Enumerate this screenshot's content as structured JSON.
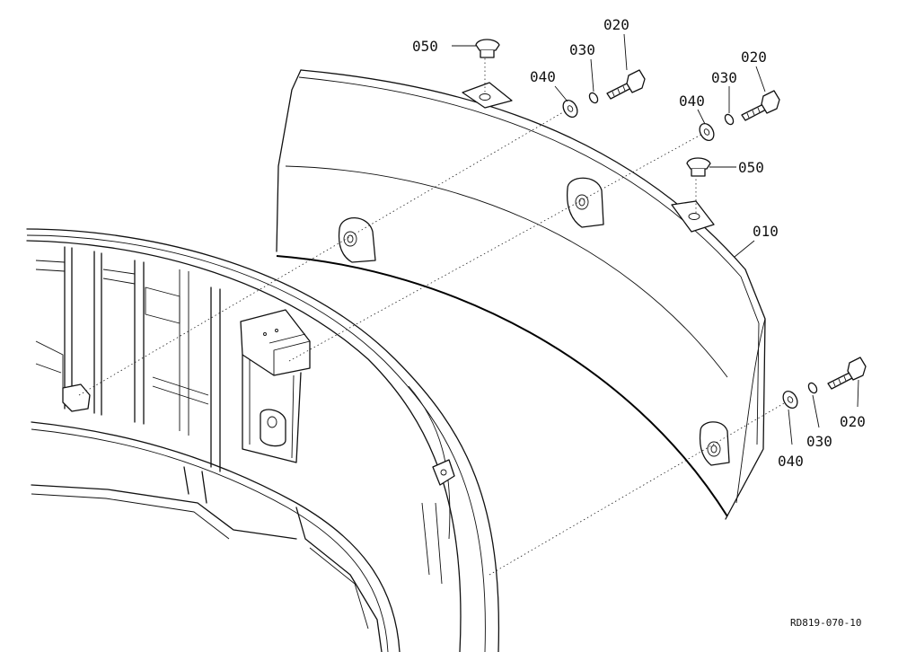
{
  "callouts": [
    {
      "id": "c050a",
      "text": "050"
    },
    {
      "id": "c040a",
      "text": "040"
    },
    {
      "id": "c030a",
      "text": "030"
    },
    {
      "id": "c020a",
      "text": "020"
    },
    {
      "id": "c040b",
      "text": "040"
    },
    {
      "id": "c030b",
      "text": "030"
    },
    {
      "id": "c020b",
      "text": "020"
    },
    {
      "id": "c050b",
      "text": "050"
    },
    {
      "id": "c010",
      "text": "010"
    },
    {
      "id": "c040c",
      "text": "040"
    },
    {
      "id": "c030c",
      "text": "030"
    },
    {
      "id": "c020c",
      "text": "020"
    }
  ],
  "reference_code": "RD819-070-10"
}
